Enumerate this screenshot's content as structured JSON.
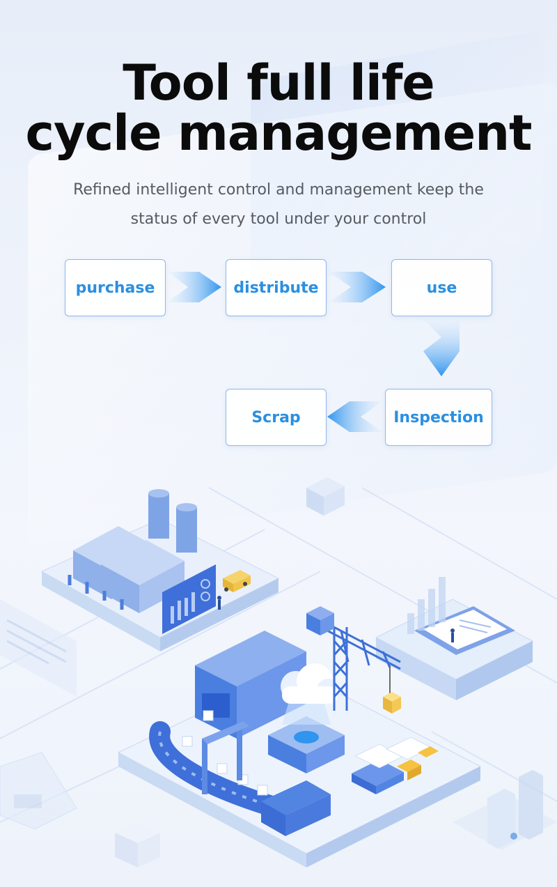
{
  "header": {
    "title_line1": "Tool full life",
    "title_line2": "cycle management",
    "subtitle_line1": "Refined intelligent control and management keep the",
    "subtitle_line2": "status of every tool under your control"
  },
  "flow": {
    "steps": [
      "purchase",
      "distribute",
      "use",
      "Inspection",
      "Scrap"
    ]
  },
  "colors": {
    "accent": "#2b8fe0",
    "box_border": "#8fb6e8",
    "illustration_primary": "#4a7fe0",
    "illustration_light": "#a9c6f3",
    "cargo_yellow": "#f5c242"
  },
  "illustration": {
    "icons": [
      "factory-icon",
      "truck-icon",
      "crane-icon",
      "cloud-icon",
      "conveyor-icon",
      "chart-icon",
      "clipboard-icon",
      "boxes-icon",
      "buildings-icon"
    ]
  }
}
